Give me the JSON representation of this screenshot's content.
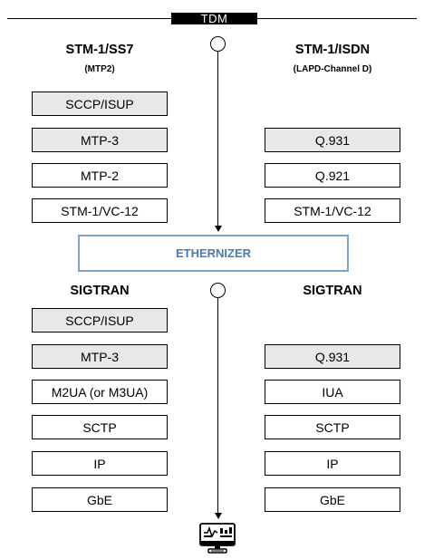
{
  "tdm_label": "TDM",
  "left_top": {
    "heading": "STM-1/SS7",
    "subheading": "(MTP2)",
    "boxes": [
      {
        "label": "SCCP/ISUP",
        "shaded": true
      },
      {
        "label": "MTP-3",
        "shaded": true
      },
      {
        "label": "MTP-2",
        "shaded": false
      },
      {
        "label": "STM-1/VC-12",
        "shaded": false
      }
    ]
  },
  "right_top": {
    "heading": "STM-1/ISDN",
    "subheading": "(LAPD-Channel D)",
    "boxes": [
      {
        "label": "Q.931",
        "shaded": true
      },
      {
        "label": "Q.921",
        "shaded": false
      },
      {
        "label": "STM-1/VC-12",
        "shaded": false
      }
    ]
  },
  "ethernizer_label": "ETHERNIZER",
  "left_bottom": {
    "heading": "SIGTRAN",
    "boxes": [
      {
        "label": "SCCP/ISUP",
        "shaded": true
      },
      {
        "label": "MTP-3",
        "shaded": true
      },
      {
        "label": "M2UA (or M3UA)",
        "shaded": false
      },
      {
        "label": "SCTP",
        "shaded": false
      },
      {
        "label": "IP",
        "shaded": false
      },
      {
        "label": "GbE",
        "shaded": false
      }
    ]
  },
  "right_bottom": {
    "heading": "SIGTRAN",
    "boxes": [
      {
        "label": "Q.931",
        "shaded": true
      },
      {
        "label": "IUA",
        "shaded": false
      },
      {
        "label": "SCTP",
        "shaded": false
      },
      {
        "label": "IP",
        "shaded": false
      },
      {
        "label": "GbE",
        "shaded": false
      }
    ]
  },
  "colors": {
    "shaded_box": "#e8e8e8",
    "ethernizer_border": "#7ea3cd",
    "ethernizer_text": "#4a78b0"
  },
  "icons": {
    "bottom": "monitor-dashboard-icon"
  }
}
